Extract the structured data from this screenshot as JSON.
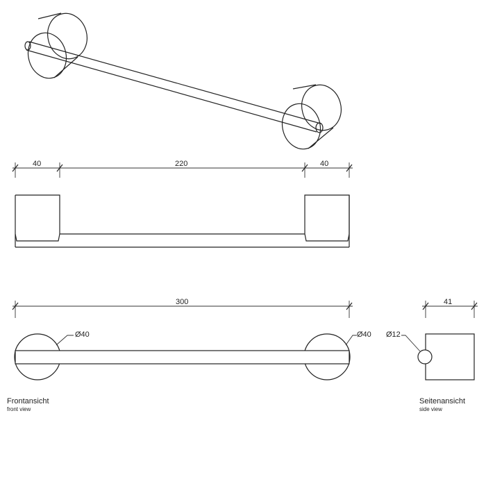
{
  "top_view": {
    "dims": {
      "left": "40",
      "middle": "220",
      "right": "40"
    }
  },
  "front_view": {
    "dims": {
      "overall": "300",
      "left_diameter": "Ø40",
      "right_diameter": "Ø40"
    },
    "title": "Frontansicht",
    "subtitle": "front view"
  },
  "side_view": {
    "dims": {
      "depth": "41",
      "bar_diameter": "Ø12"
    },
    "title": "Seitenansicht",
    "subtitle": "side view"
  }
}
